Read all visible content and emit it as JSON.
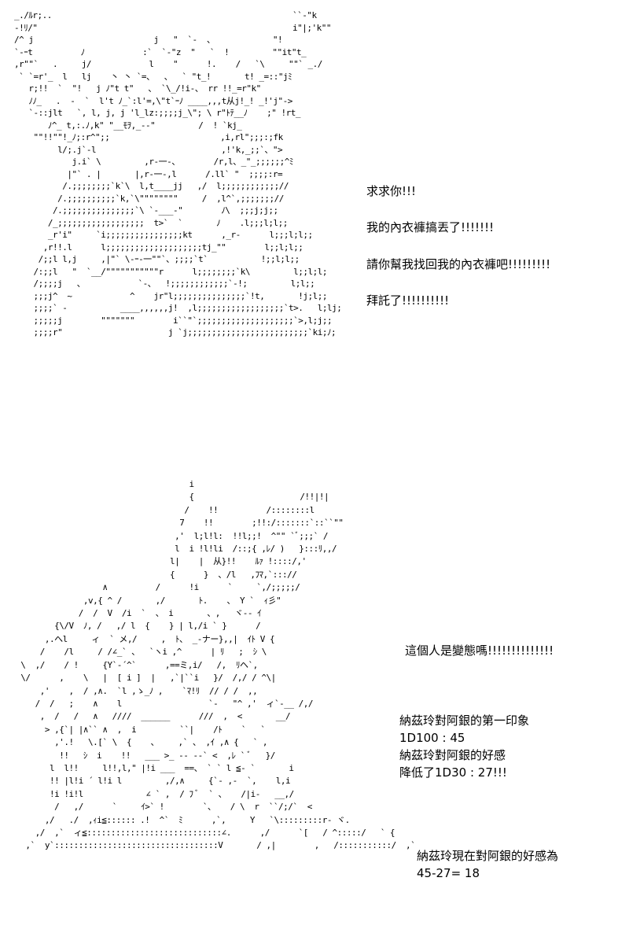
{
  "panels": [
    {
      "ascii_art": "_./ﾙr;..                                                  ``-\"k\n-!ﾘ/\"                                                     i\"|;'k\"\"\n/^ j                         j   \"  `-  、            \"!\n`-ｰt          ﾉ            :`  `-\"z  \"   `  !         \"\"it\"t_\n,r\"\"`   .     j/            l    \"      !.    /   `\\     \"\"` _./\n ` `=r'_  l   lj    丶 丶 `=、  、  ` \"t_!       t! _=::\"jﾐ\n   r;!!  `  \"!   j ﾉ\"t t\"   、 `\\_/!i-、 rr !!_=r\"k\"\n   ﾉﾉ_   .  -  `  l't ﾉ_`:l'=,\\\"t`ｰﾉ ____,,,t从j!_! _!'j\"->\n   `-::jlt   `, l, j, j 'l_lz:;;;;j_\\\"; \\ r\"ﾄﾃ__ﾉ    ;\" !rt_\n       ﾉ^_ t,:.ﾉ,k\" \"__ﾓｦ,_--\"         /  ! `kj_\n    \"\"!!\"\"!_ﾉ;:r^\";;                       ,i,rl\";;;:;fk\n         l/;.j`-l                          ,!'k,_;;`、\">\n            j.i` \\         ,r-一-、       /r,l、_\"_;;;;;;^ﾐ\n           |\"` . |       |,r-一-,l      /.ll` \"  ;;;;:r=\n          /.;;;;;;;;`k`\\  l,t____jj   ,/  l;;;;;;;;;;;;//\n         /.;;;;;;;;;;`k,`\\\"\"\"\"\"\"\"\"     /  ,l^`,;;;;;;;//\n        /.;;;;;;;;;;;;;;;`\\ `-___-\"        ﾉ\\  ;;;j;j;;\n       /_;;;;;;;;;;;;;;;;;;  t>`  `       ﾉ    .l;;;l;l;;\n       _r'i\"     `i;;;;;;;;;;;;;;;;kt      ,_r-      l;;;l;l;;\n      ,r!!.l      l;;;;;;;;;;;;;;;;;;;;tj_\"\"        l;;l;l;;\n     /;;l l,j     ,|\"` \\-ｰ-一\"\"`、;;;;`t`           !;;l;l;;\n    /:;;l   \"  `__/\"\"\"\"\"\"\"\"\"\"\"r      l;;;;;;;;`k\\         l;;l;l;\n    /;;;;j   、           `-、  !;;;;;;;;;;;;`-!;         l;l;;\n    ;;;j^  ~            ^    jr\"l;;;;;;;;;;;;;;;`!t,       !j;l;;\n    ;;;;` -           ____,,,,,,j!  ,l;;;;;;;;;;;;;;;;;;`t>.   l;lj;\n    ;;;;;j        \"\"\"\"\"\"\"        i``\"`;;;;;;;;;;;;;;;;;;;;`>,l;j;;\n    ;;;;r\"                      j `j;;;;;;;;;;;;;;;;;;;;;;;;;`ki;ﾉ;",
      "lines": [
        "求求你!!!",
        "我的內衣褲搞丟了!!!!!!!",
        "請你幫我找回我的內衣褲吧!!!!!!!!!",
        "拜託了!!!!!!!!!!"
      ]
    },
    {
      "ascii_art": "                                     i\n                                     {                      /!!|!|\n                                    /    !!          /::::::::l\n                                   7    !!        ;!!:/:::::::`::``\"\"\n                                  ,'  l;l!l:  !!l;;!  ^\"\" `ﾞ;;;` /\n                                  l  i !l!li  /::;{ ,ﾚ/ )   }:::ﾘ,,/\n                                 l|    |  从}!!    ﾙｧ !::::/,'\n                                 {      }  、/l   ,ﾌﾏ,`::://\n                   ∧          /      !i      `     `,/;;;;;/\n               ,v,{ ^ /       ,/       ﾄ.    、 Y `  ｨ彡\"\n              /  /  V  /i  `  、 i       、,   ヾ-- ｲ\n         {\\/V  ﾉ, /   ,/ l  {    } | l,/i ` }      /\n       ,.へl     ィ  ` メ,/     ,  ﾄ、 _-ナー},,|  ｲﾄ V {\n      /    /l     / /∠_` 、  `ヽi ,^      | ﾘ   ;  ｼ \\\n  \\  ,/    / !     {Y`-´^`      ,==ミ,i/   /,  ﾘヘ`,\n  \\/      ,    \\   |  [ i ]  |   ,`|``i   }/  /,/ / ^\\|\n      ,'    ,  / ,∧.  `l ,ゝ_ﾉ ,    `ﾏ!ﾘ  // / /  ,,\n     /  /   ;    ∧    l                  `-   \"^ ,'  ィ`-__ /,/\n      ,  /   /   ∧   ////  ______      ///  ,  <       __/\n       > ,{`| |∧`` ∧  ,  i         ``|    /ﾄ    `   ` \n         ,'.!   \\.[` \\  {    、    ,` 、 ,ｲ ,∧ {   ` ,\n          !!   ｼ  i    !!   ___ >_ -- --` <  ,ﾚ ` ﾞ   }/\n        l  l!!     l!!,l,\" |!i ___  ==、 ` ` l ≦- `       i\n        !! |l!i ´ l!i l         ,/,∧     {`- ,-  `,    l,i\n        !i !i!l             ∠ ` ,  / ﾌ ﾞ  ` 、   /|i-   __,/\n         /   ,/      `     ｲ>` !        `、   / \\  r  ``/;/`  <\n       ,/   ./  ,ｨi≦:::::: .!  ^`  ﾐ      ,`,     Y   `\\:::::::::r- ヾ.\n     ,/  ,`  ィ≦::::::::::::::::::::::::::::∠.      ,/      `[   / ^:::::/   ` {\n   ,`  y`::::::::::::::::::::::::::::::::::V       / ,|        ,   /:::::::::::/  ,`",
      "lines": [
        "這個人是變態嗎!!!!!!!!!!!!!!"
      ],
      "stats": [
        "納茲玲對阿銀的第一印象",
        "1D100 : 45",
        "納茲玲對阿銀的好感",
        "降低了1D30 : 27!!!"
      ],
      "affinity": [
        "納茲玲現在對阿銀的好感為",
        "45-27=  18"
      ]
    }
  ]
}
